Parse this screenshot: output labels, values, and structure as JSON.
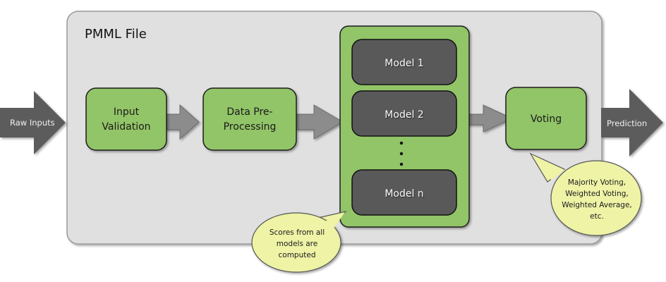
{
  "diagram": {
    "container_title": "PMML File",
    "input_arrow_label": "Raw Inputs",
    "output_arrow_label": "Prediction",
    "steps": [
      {
        "id": "input-validation",
        "lines": [
          "Input",
          "Validation"
        ]
      },
      {
        "id": "data-preprocessing",
        "lines": [
          "Data Pre-",
          "Processing"
        ]
      },
      {
        "id": "voting",
        "lines": [
          "Voting"
        ]
      }
    ],
    "ensemble": {
      "models": [
        "Model 1",
        "Model 2",
        "Model n"
      ],
      "ellipsis": "⋮"
    },
    "callouts": [
      {
        "id": "scores-callout",
        "lines": [
          "Scores from all",
          "models are",
          "computed"
        ]
      },
      {
        "id": "voting-callout",
        "lines": [
          "Majority Voting,",
          "Weighted Voting,",
          "Weighted Average,",
          "etc."
        ]
      }
    ],
    "colors": {
      "container_fill": "#e0e0e0",
      "container_stroke": "#999999",
      "step_fill": "#92c467",
      "step_stroke": "#1e1e1e",
      "model_fill": "#595959",
      "arrow_dark": "#5c5c5c",
      "arrow_small": "#8c8c8c",
      "callout_fill": "#eef3a6"
    }
  }
}
